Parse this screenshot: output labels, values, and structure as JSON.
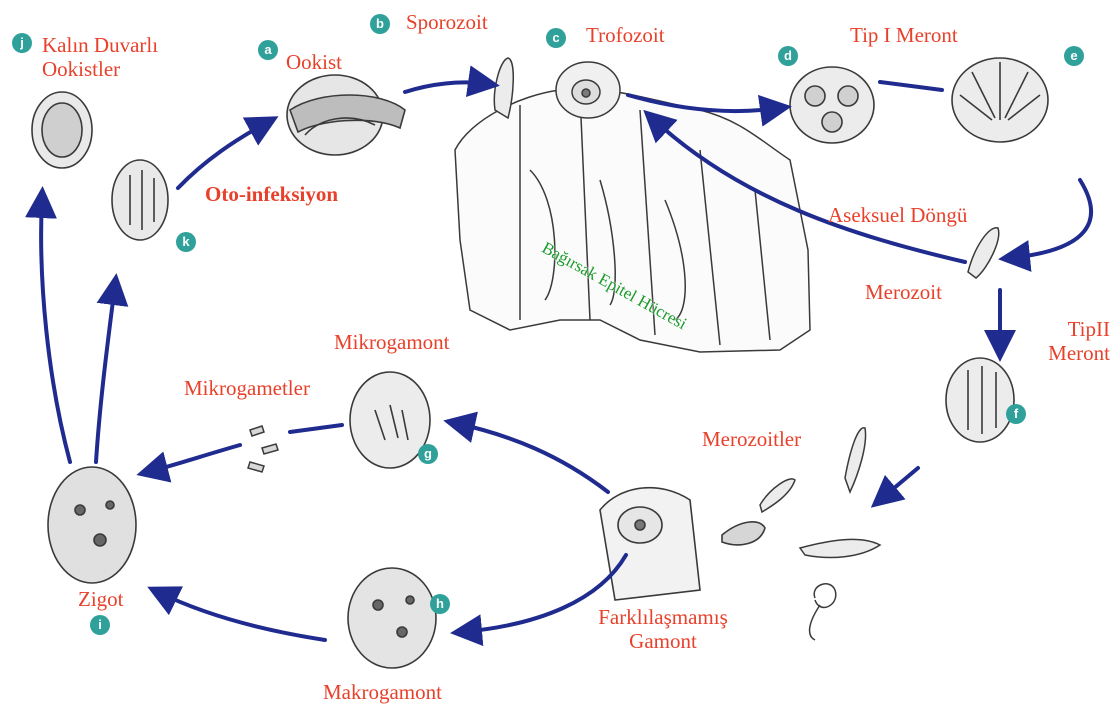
{
  "colors": {
    "label": "#e8412b",
    "arrow": "#1f2b8e",
    "badge": "#2fa19a",
    "tissue_text": "#1a9a2a",
    "ink": "#3a3a3a"
  },
  "labels": {
    "kalin_duvarli": "Kalın Duvarlı Ookistler",
    "ookist": "Ookist",
    "sporozoit": "Sporozoit",
    "trofozoit": "Trofozoit",
    "tip1_meront": "Tip I Meront",
    "oto_infeksiyon": "Oto-infeksiyon",
    "aseksuel_dongu": "Aseksuel Döngü",
    "merozoit": "Merozoit",
    "tip2_meront": "TipII Meront",
    "mikrogamont": "Mikrogamont",
    "mikrogametler": "Mikrogametler",
    "merozoitler": "Merozoitler",
    "zigot": "Zigot",
    "farklilasmamis_gamont": "Farklılaşmamış Gamont",
    "makrogamont": "Makrogamont",
    "bagirsak_epitel": "Bağırsak Epitel Hücresi"
  },
  "badges": {
    "a": "a",
    "b": "b",
    "c": "c",
    "d": "d",
    "e": "e",
    "f": "f",
    "g": "g",
    "h": "h",
    "i": "i",
    "j": "j",
    "k": "k"
  }
}
